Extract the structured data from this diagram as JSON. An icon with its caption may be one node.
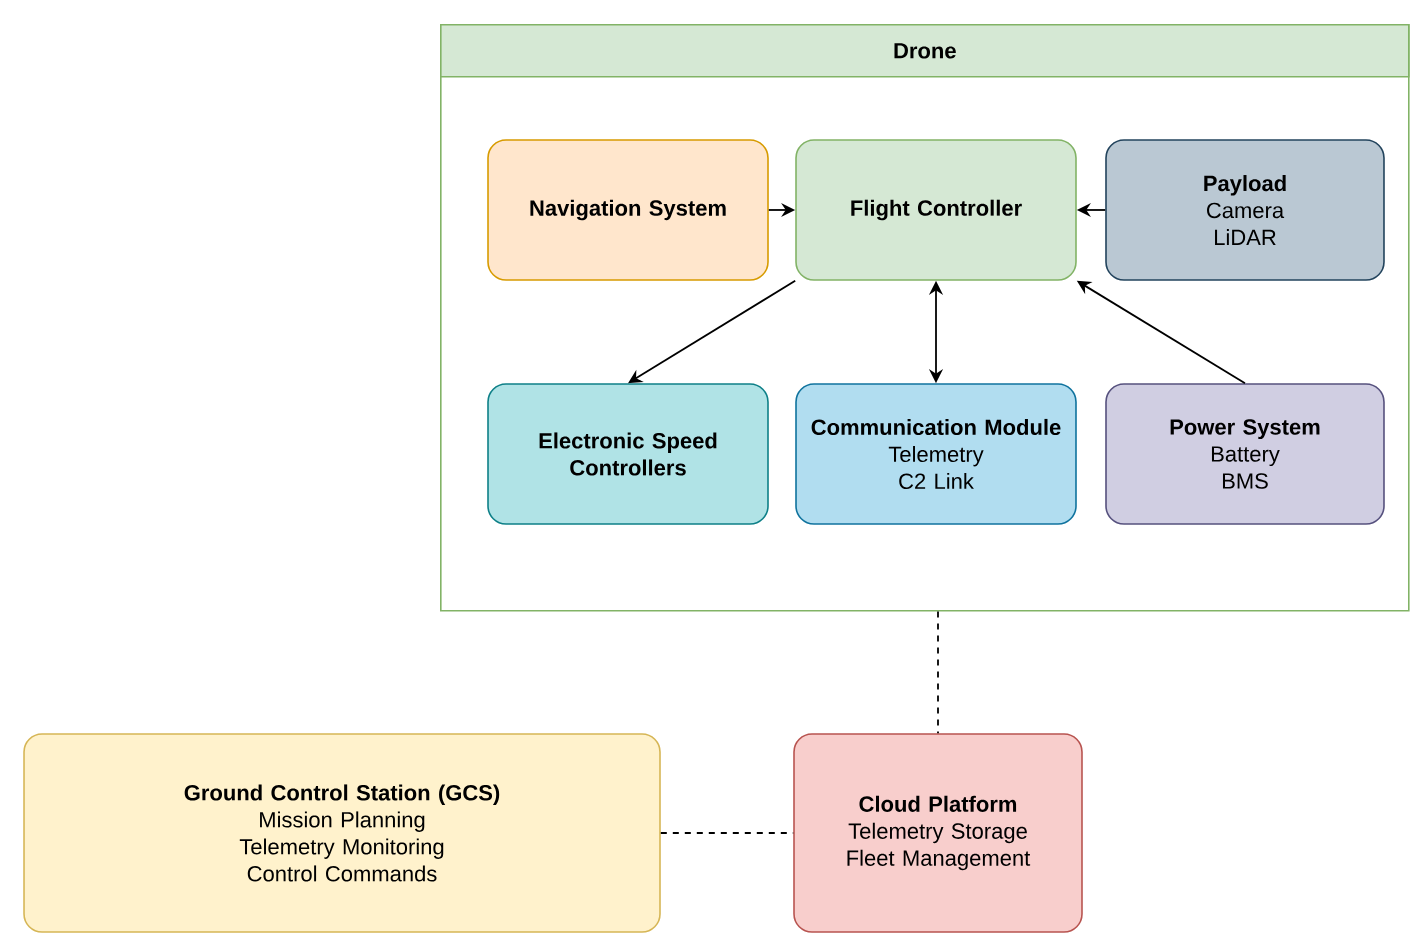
{
  "diagram": {
    "nodes": [
      {
        "text": [
          "Drone"
        ]
      },
      {
        "text": [
          "Navigation System"
        ],
        "in": 0
      },
      {
        "text": [
          "Flight Controller"
        ],
        "in": 0
      },
      {
        "text": [
          "Payload",
          "Camera",
          "LiDAR"
        ],
        "in": 0
      },
      {
        "text": [
          "Electronic Speed Controllers"
        ],
        "in": 0
      },
      {
        "text": [
          "Communication Module",
          "Telemetry",
          "C2 Link"
        ],
        "in": 0
      },
      {
        "text": [
          "Power System",
          "Battery",
          "BMS"
        ],
        "in": 0
      },
      {
        "text": [
          "Ground Control Station (GCS)",
          "Mission Planning",
          "Telemetry Monitoring",
          "Control Commands"
        ]
      },
      {
        "text": [
          "Cloud Platform",
          "Telemetry Storage",
          "Fleet Management"
        ]
      }
    ],
    "edges": [
      {
        "from": 1,
        "to": 2,
        "arrow": "to"
      },
      {
        "from": 3,
        "to": 2,
        "arrow": "to"
      },
      {
        "from": 2,
        "to": 4,
        "arrow": "to"
      },
      {
        "from": 2,
        "to": 5,
        "arrow": "both"
      },
      {
        "from": 6,
        "to": 2,
        "arrow": "to"
      },
      {
        "from": 0,
        "to": 8,
        "arrow": "none",
        "style": "dashed"
      },
      {
        "from": 7,
        "to": 8,
        "arrow": "none",
        "style": "dashed"
      }
    ]
  }
}
